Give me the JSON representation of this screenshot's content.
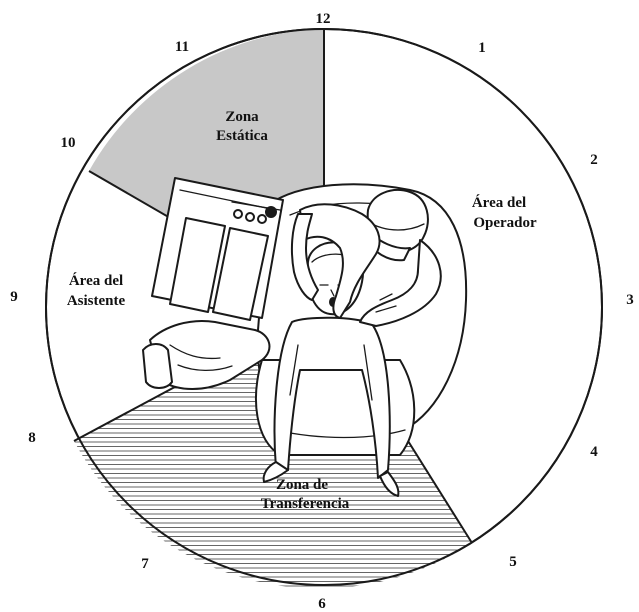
{
  "clock_positions": [
    "12",
    "1",
    "2",
    "3",
    "4",
    "5",
    "6",
    "7",
    "8",
    "9",
    "10",
    "11"
  ],
  "zones": {
    "static": {
      "line1": "Zona",
      "line2": "Estática",
      "fill": "#c8c8c8"
    },
    "operator": {
      "line1": "Área del",
      "line2": "Operador"
    },
    "assistant": {
      "line1": "Área del",
      "line2": "Asistente"
    },
    "transfer": {
      "line1": "Zona de",
      "line2": "Transferencia",
      "pattern": "horizontal-stripes"
    }
  },
  "colors": {
    "ink": "#1a1a1a",
    "static_zone": "#c8c8c8",
    "background": "#ffffff"
  }
}
